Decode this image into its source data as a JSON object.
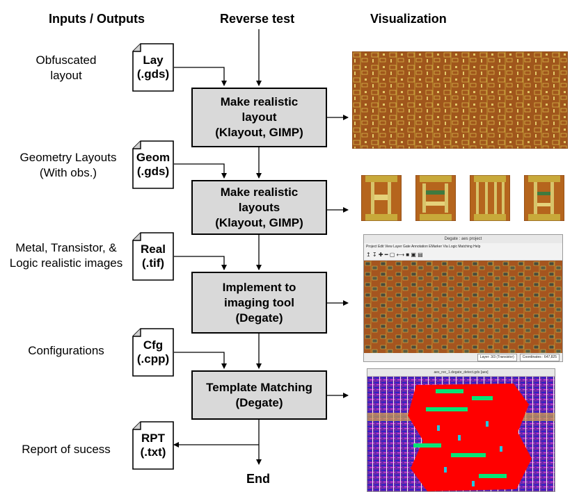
{
  "headers": {
    "io": "Inputs / Outputs",
    "reverse": "Reverse test",
    "viz": "Visualization"
  },
  "inputs": [
    {
      "label": [
        "Obfuscated",
        "layout"
      ],
      "file": [
        "Lay",
        "(.gds)"
      ]
    },
    {
      "label": [
        "Geometry Layouts",
        "(With obs.)"
      ],
      "file": [
        "Geom",
        "(.gds)"
      ]
    },
    {
      "label": [
        "Metal, Transistor, &",
        "Logic realistic images"
      ],
      "file": [
        "Real",
        "(.tif)"
      ]
    },
    {
      "label": [
        "Configurations"
      ],
      "file": [
        "Cfg",
        "(.cpp)"
      ]
    },
    {
      "label": [
        "Report of sucess"
      ],
      "file": [
        "RPT",
        "(.txt)"
      ]
    }
  ],
  "steps": [
    [
      "Make realistic",
      "layout",
      "(Klayout, GIMP)"
    ],
    [
      "Make realistic",
      "layouts",
      "(Klayout, GIMP)"
    ],
    [
      "Implement to",
      "imaging tool",
      "(Degate)"
    ],
    [
      "Template Matching",
      "(Degate)"
    ]
  ],
  "end_label": "End",
  "degate_window": {
    "title": "Degate : aes project",
    "menu": "Project  Edit  View  Layer  Gate  Annotation  EMarker  Via  Logic  Matching  Help",
    "status_layer": "Layer: 3/3 (Transistor)",
    "status_coords": "Coordinates : 647,825"
  },
  "match_window": {
    "title": "aes_rec_1.degate_detect.gds [aes]"
  },
  "colors": {
    "box_fill": "#d9d9d9",
    "layout_copper": "#a0561c",
    "layout_gold": "#c8a93a",
    "match_red": "#ff0000",
    "match_green": "#00e676",
    "match_purple": "#7a2fb8"
  }
}
